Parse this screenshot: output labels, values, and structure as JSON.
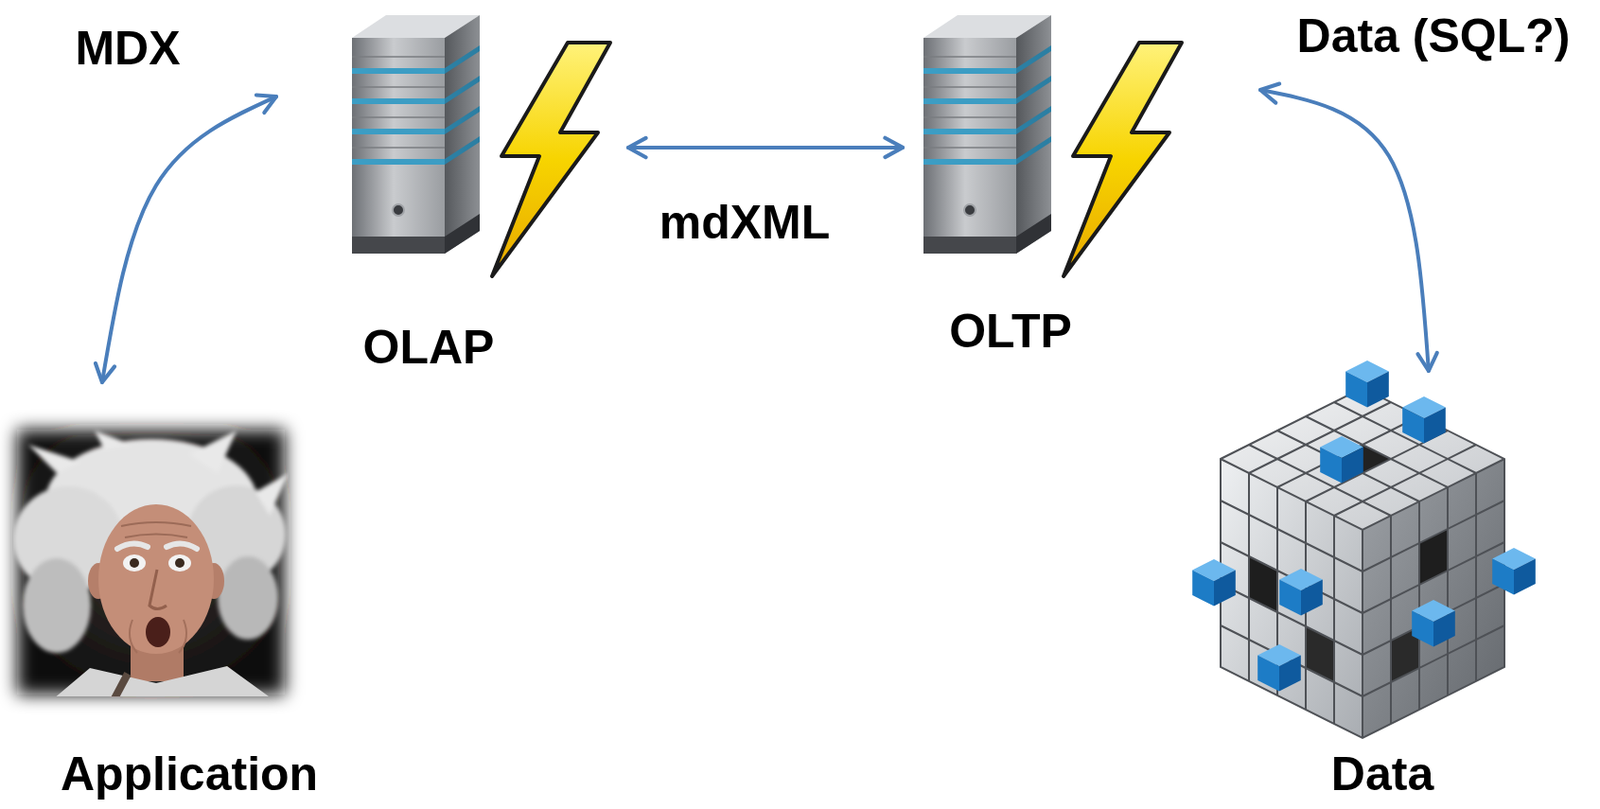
{
  "diagram": {
    "nodes": [
      {
        "text": [
          "OLAP"
        ]
      },
      {
        "text": [
          "OLTP"
        ]
      },
      {
        "text": [
          "Application"
        ]
      },
      {
        "text": [
          "Data"
        ]
      }
    ],
    "edges": [
      {
        "from": 2,
        "to": 0,
        "label": "MDX",
        "arrow": "both"
      },
      {
        "from": 0,
        "to": 1,
        "label": "mdXML",
        "arrow": "both"
      },
      {
        "from": 1,
        "to": 3,
        "label": "Data (SQL?)",
        "arrow": "both"
      }
    ]
  }
}
